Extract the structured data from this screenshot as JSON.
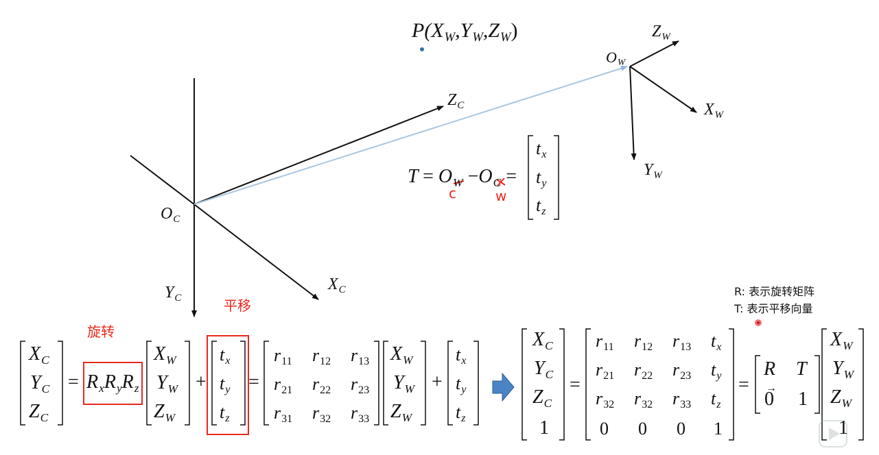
{
  "labels": {
    "point_p": "P(X",
    "point_w": "W",
    "point_y": ",Y",
    "point_z": ",Z",
    "point_close": ")",
    "zc": "Z",
    "c": "C",
    "xc": "X",
    "yc": "Y",
    "oc": "O",
    "zw": "Z",
    "w": "W",
    "xw": "X",
    "yw": "Y",
    "ow": "O"
  },
  "translation": {
    "T": "T",
    "eq": "=",
    "O": "O",
    "minus": "−",
    "tx": "t",
    "x": "x",
    "ty": "t",
    "y": "y",
    "tz": "t",
    "z": "z",
    "red_c": "c",
    "red_w": "w"
  },
  "annotations": {
    "rotation": "旋转",
    "translation": "平移",
    "note_r": "R:  表示旋转矩阵",
    "note_t": "T:  表示平移向量"
  },
  "eq1": {
    "R": "R",
    "x": "x",
    "y": "y",
    "z": "z",
    "plus": "+",
    "eq": "=",
    "r11": "11",
    "r12": "12",
    "r13": "13",
    "r21": "21",
    "r22": "22",
    "r23": "23",
    "r31": "31",
    "r32": "32",
    "r33": "33",
    "r": "r"
  },
  "eq2": {
    "one": "1",
    "zero": "0",
    "R": "R",
    "T": "T",
    "vec0": "0",
    "r11": "11",
    "r12": "12",
    "r13": "13",
    "r21": "21",
    "r22": "22",
    "r23": "23",
    "r32a": "32",
    "r32b": "32",
    "r33": "33"
  },
  "colors": {
    "axis": "#111111",
    "vector": "#a9c6e0",
    "highlight": "#e8281e",
    "arrow_fill": "#4a84c4"
  }
}
